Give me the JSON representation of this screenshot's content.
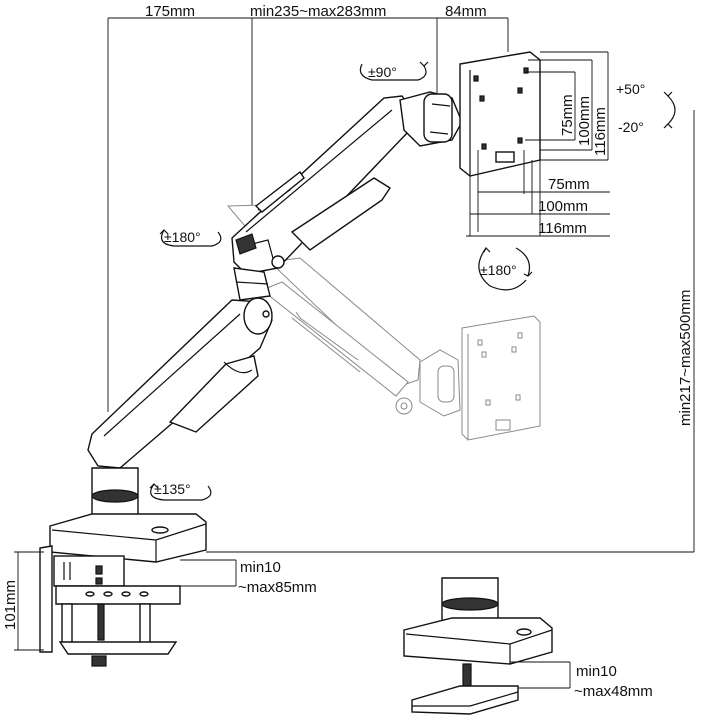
{
  "dimensions": {
    "top_left_width": "175mm",
    "top_mid_width": "min235~max283mm",
    "top_right_width": "84mm",
    "vesa_75_h": "75mm",
    "vesa_100_h": "100mm",
    "vesa_116_h": "116mm",
    "vesa_75_w": "75mm",
    "vesa_100_w": "100mm",
    "vesa_116_w": "116mm",
    "height_range": "min217~max500mm",
    "clamp_height": "101mm",
    "clamp_range_min": "min10",
    "clamp_range_max": "~max85mm",
    "grommet_range_min": "min10",
    "grommet_range_max": "~max48mm"
  },
  "rotations": {
    "swivel_head": "±90°",
    "tilt_up": "+50°",
    "tilt_down": "-20°",
    "elbow_swivel": "±180°",
    "screen_rotation": "±180°",
    "base_swivel": "±135°"
  },
  "icons": [
    "rotate-arrow-icon",
    "tilt-arc-icon"
  ]
}
